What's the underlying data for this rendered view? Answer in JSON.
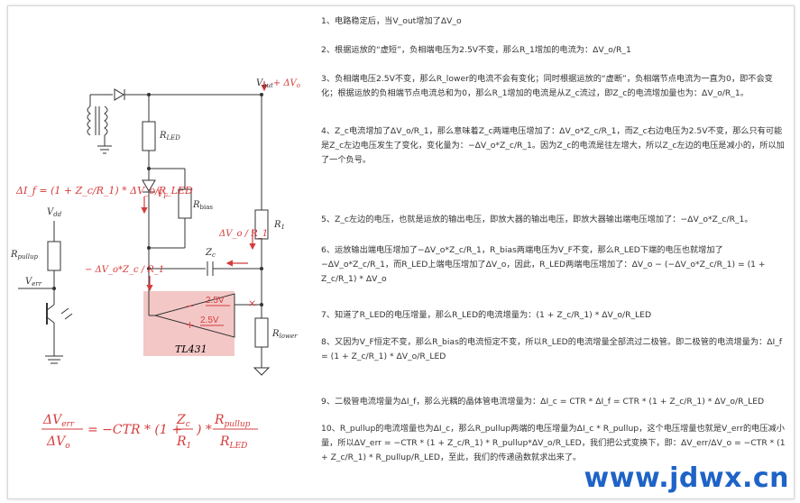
{
  "circuit": {
    "labels": {
      "vout": "V",
      "vout_sub": "out",
      "vout_delta": "+ ΔV",
      "vout_delta_sub": "o",
      "rled": "R",
      "rled_sub": "LED",
      "rbias": "R",
      "rbias_sub": "bias",
      "r1": "R",
      "r1_sub": "1",
      "zc": "Z",
      "zc_sub": "c",
      "rlower": "R",
      "rlower_sub": "lower",
      "vdd": "V",
      "vdd_sub": "dd",
      "rpullup": "R",
      "rpullup_sub": "pullup",
      "verr": "V",
      "verr_sub": "err",
      "vf": "V",
      "vf_sub": "F",
      "ic_name": "TL431",
      "ref1": "2.5V",
      "ref2": "2.5V",
      "minus": "−",
      "plus": "+",
      "cross": "×"
    },
    "annotations": {
      "delta_if": "ΔI_f = (1 + Z_c/R_1) * ΔV_o/R_LED",
      "dvo_r1": "ΔV_o / R_1",
      "neg_dvo_zc_r1": "− ΔV_o*Z_c / R_1"
    },
    "final_formula": {
      "lhs_num": "ΔV",
      "lhs_num_sub": "err",
      "lhs_den": "ΔV",
      "lhs_den_sub": "o",
      "eq": "= −CTR * (1 +",
      "zc": "Z",
      "zc_sub": "c",
      "r1": "R",
      "r1_sub": "1",
      "mul": ") *",
      "rp": "R",
      "rp_sub": "pullup",
      "rl": "R",
      "rl_sub": "LED"
    }
  },
  "steps": [
    "1、电路稳定后，当V_out增加了ΔV_o",
    "2、根据运放的“虚短”，负相端电压为2.5V不变，那么R_1增加的电流为：ΔV_o/R_1",
    "3、负相端电压2.5V不变，那么R_lower的电流不会有变化；同时根据运放的“虚断”，负相端节点电流为一直为0，即不会变化；根据运放的负相端节点电流总和为0，那么R_1增加的电流是从Z_c流过，即Z_c的电流增加量也为：ΔV_o/R_1。",
    "4、Z_c电流增加了ΔV_o/R_1，那么意味着Z_c两端电压增加了：ΔV_o*Z_c/R_1，而Z_c右边电压为2.5V不变，那么只有可能是Z_c左边电压发生了变化，变化量为：−ΔV_o*Z_c/R_1。因为Z_c的电流是往左增大，所以Z_c左边的电压是减小的，所以加了一个负号。",
    "5、Z_c左边的电压，也就是运放的输出电压，即放大器的输出电压，即放大器输出端电压增加了：−ΔV_o*Z_c/R_1。",
    "6、运放输出端电压增加了−ΔV_o*Z_c/R_1，R_bias两端电压为V_F不变，那么R_LED下端的电压也就增加了−ΔV_o*Z_c/R_1，而R_LED上端电压增加了ΔV_o，因此，R_LED两端电压增加了：ΔV_o − (−ΔV_o*Z_c/R_1) = (1 + Z_c/R_1) * ΔV_o",
    "7、知道了R_LED的电压增量，那么R_LED的电流增量为：(1 + Z_c/R_1) * ΔV_o/R_LED",
    "8、又因为V_F恒定不变，那么R_bias的电流恒定不变，所以R_LED的电流增量全部流过二极管。即二极管的电流增量为：ΔI_f = (1 + Z_c/R_1) * ΔV_o/R_LED",
    "9、二极管电流增量为ΔI_f，那么光耦的晶体管电流增量为：ΔI_c = CTR * ΔI_f = CTR * (1 + Z_c/R_1) * ΔV_o/R_LED",
    "10、R_pullup的电流增量也为ΔI_c，那么R_pullup两端的电压增量为ΔI_c * R_pullup，这个电压增量也就是V_err的电压减小量，所以ΔV_err = −CTR * (1 + Z_c/R_1) * R_pullup*ΔV_o/R_LED，我们把公式变换下，即：ΔV_err/ΔV_o = −CTR * (1 + Z_c/R_1) * R_pullup/R_LED，至此，我们的传递函数就求出来了。"
  ],
  "watermark": "www.jdwx.cn",
  "colors": {
    "accent_red": "#d63b3b",
    "highlight_pink": "#f4c7c7",
    "watermark_blue": "#1e63c7",
    "wire": "#333333"
  }
}
